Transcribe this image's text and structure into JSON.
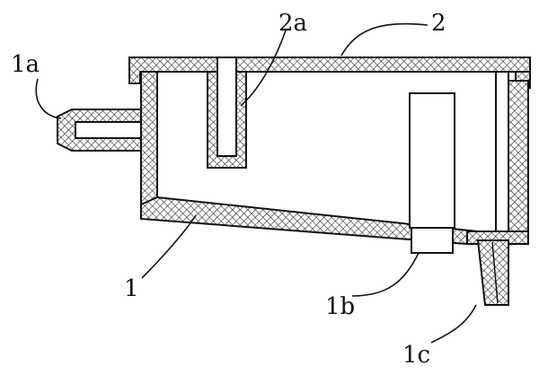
{
  "labels": {
    "inlet_port": "1a",
    "lid": "2",
    "lid_baffle": "2a",
    "container_body": "1",
    "float_chamber": "1b",
    "outlet_port": "1c"
  },
  "colors": {
    "line": "#111111",
    "hatch": "#3a3a3a",
    "background": "#ffffff"
  }
}
